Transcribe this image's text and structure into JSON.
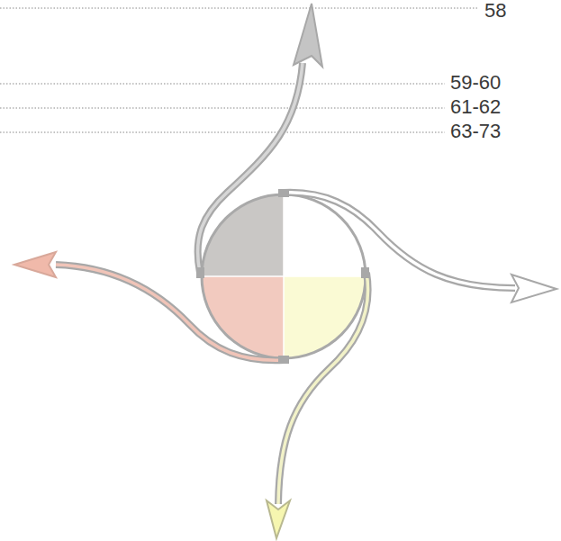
{
  "diagram": {
    "labels": [
      "58",
      "59-60",
      "61-62",
      "63-73"
    ]
  }
}
